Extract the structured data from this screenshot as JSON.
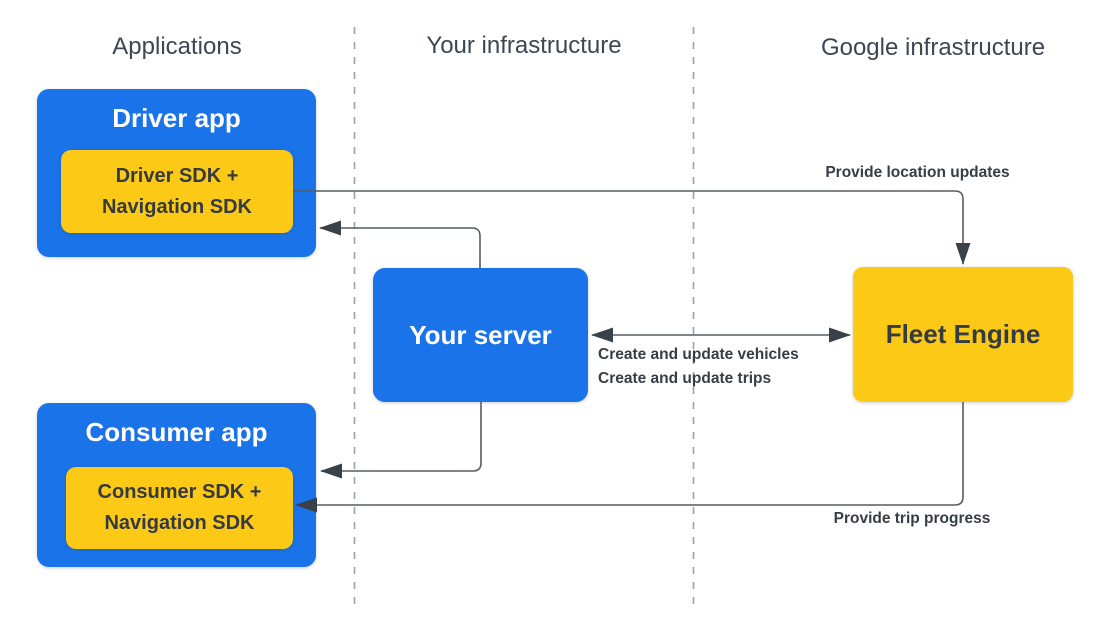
{
  "columns": [
    {
      "label": "Applications"
    },
    {
      "label": "Your infrastructure"
    },
    {
      "label": "Google infrastructure"
    }
  ],
  "nodes": {
    "driver_app": {
      "title": "Driver app"
    },
    "driver_sdk": {
      "line1": "Driver SDK +",
      "line2": "Navigation SDK"
    },
    "consumer_app": {
      "title": "Consumer app"
    },
    "consumer_sdk": {
      "line1": "Consumer SDK +",
      "line2": "Navigation SDK"
    },
    "your_server": {
      "title": "Your server"
    },
    "fleet_engine": {
      "title": "Fleet Engine"
    }
  },
  "edges": {
    "driver_to_fleet": {
      "label": "Provide location updates"
    },
    "server_fleet": {
      "line1": "Create and update vehicles",
      "line2": "Create and update trips"
    },
    "fleet_to_consumer": {
      "label": "Provide trip progress"
    }
  },
  "colors": {
    "box_blue": "#1a73e8",
    "box_yellow": "#fcca16",
    "connector": "#545c64",
    "arrowhead": "#3a4149",
    "divider": "#9ca2a8",
    "header_text": "#3d4653",
    "edge_label_text": "#363d44",
    "text_on_blue": "#ffffff",
    "text_on_yellow": "#353b42"
  }
}
